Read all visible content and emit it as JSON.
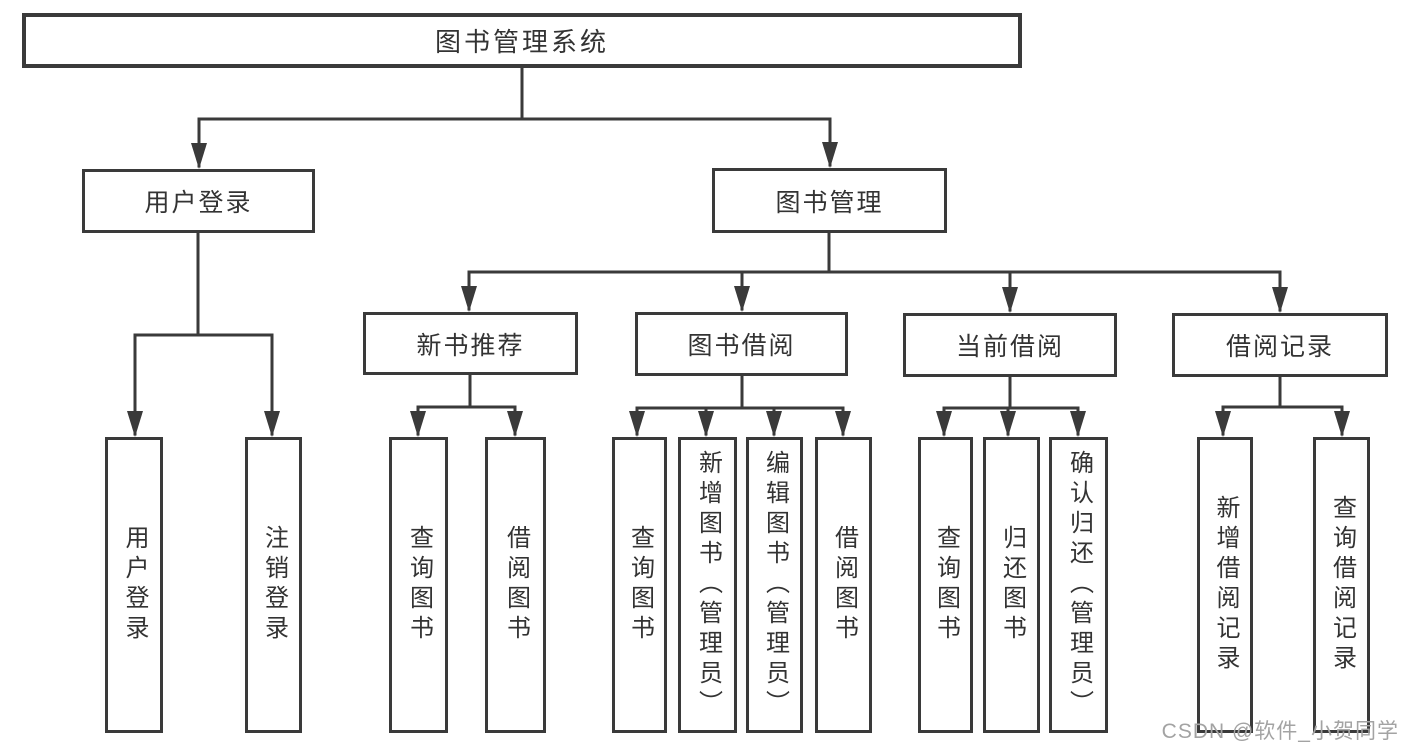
{
  "tree": {
    "root": "图书管理系统",
    "branches": [
      {
        "label": "用户登录",
        "children": [
          {
            "label": "用户登录"
          },
          {
            "label": "注销登录"
          }
        ]
      },
      {
        "label": "图书管理",
        "children": [
          {
            "label": "新书推荐",
            "children": [
              {
                "label": "查询图书"
              },
              {
                "label": "借阅图书"
              }
            ]
          },
          {
            "label": "图书借阅",
            "children": [
              {
                "label": "查询图书"
              },
              {
                "label": "新增图书（管理员）"
              },
              {
                "label": "编辑图书（管理员）"
              },
              {
                "label": "借阅图书"
              }
            ]
          },
          {
            "label": "当前借阅",
            "children": [
              {
                "label": "查询图书"
              },
              {
                "label": "归还图书"
              },
              {
                "label": "确认归还（管理员）"
              }
            ]
          },
          {
            "label": "借阅记录",
            "children": [
              {
                "label": "新增借阅记录"
              },
              {
                "label": "查询借阅记录"
              }
            ]
          }
        ]
      }
    ]
  },
  "watermark": {
    "text": "CSDN @软件_小贺同学"
  },
  "colors": {
    "line": "#3a3a3a",
    "text": "#333333",
    "watermark": "#a3a3a3",
    "background": "#ffffff"
  }
}
